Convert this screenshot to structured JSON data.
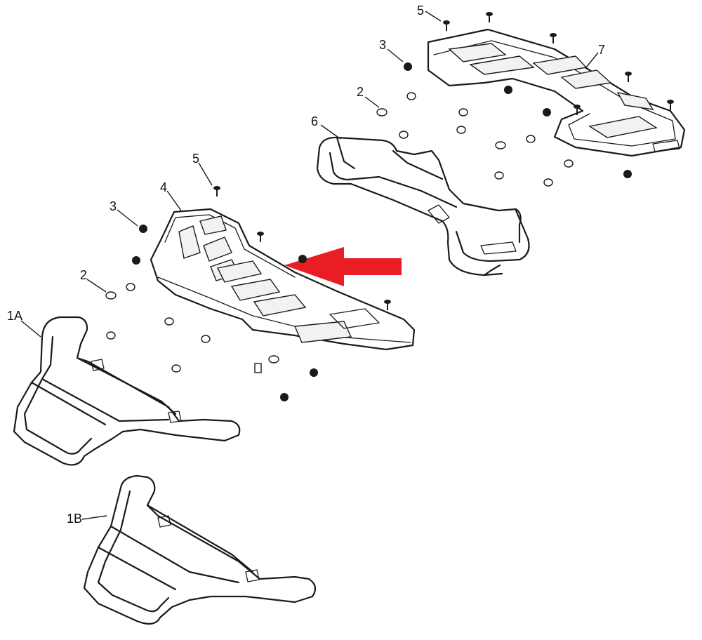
{
  "callouts": {
    "c5_top": "5",
    "c3_top": "3",
    "c7": "7",
    "c2_top": "2",
    "c6": "6",
    "c5_mid": "5",
    "c4": "4",
    "c3_mid": "3",
    "c2_mid": "2",
    "c1a": "1A",
    "c1b": "1B"
  },
  "colors": {
    "arrow": "#ea1c24",
    "line": "#1a1a1a"
  },
  "highlight": {
    "arrow_points_to": "4"
  }
}
